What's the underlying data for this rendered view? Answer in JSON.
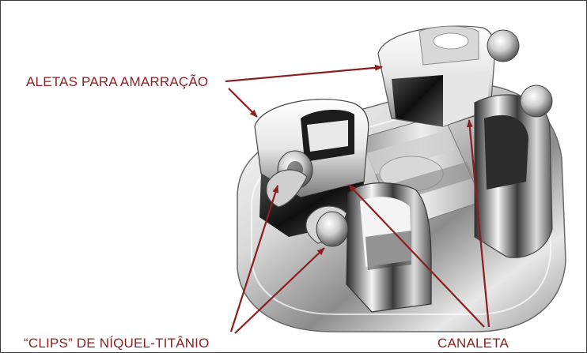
{
  "labels": {
    "aletas": "ALETAS PARA AMARRAÇÃO",
    "clips": "“CLIPS” DE NÍQUEL-TITÂNIO",
    "canaleta": "CANALETA"
  },
  "colors": {
    "annotation": "#8b1f1f",
    "frame": "#3a3a3a",
    "metal_light": "#f2f2f2",
    "metal_dark": "#1a1a1a"
  },
  "icons": {
    "subject": "self-ligating-orthodontic-bracket-illustration"
  }
}
